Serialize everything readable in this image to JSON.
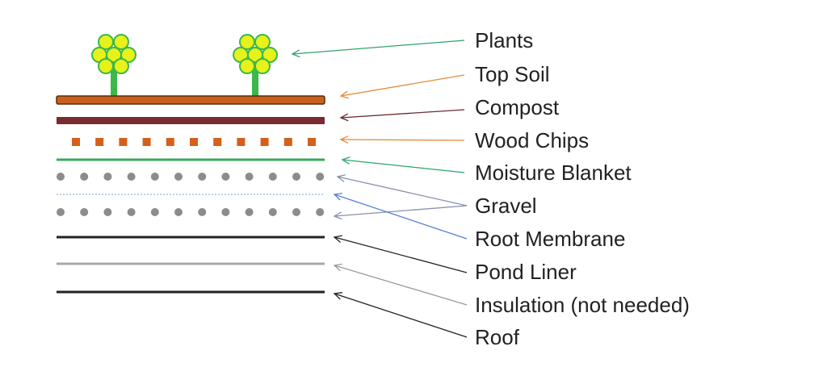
{
  "labels": [
    {
      "id": "plants",
      "text": "Plants",
      "arrow_color": "#2fa36b"
    },
    {
      "id": "top_soil",
      "text": "Top Soil",
      "arrow_color": "#e58a3c"
    },
    {
      "id": "compost",
      "text": "Compost",
      "arrow_color": "#6b2a34"
    },
    {
      "id": "wood_chips",
      "text": "Wood Chips",
      "arrow_color": "#e58a3c"
    },
    {
      "id": "moisture_blanket",
      "text": "Moisture Blanket",
      "arrow_color": "#2fa36b"
    },
    {
      "id": "gravel",
      "text": "Gravel",
      "arrow_color": "#8a8fb0"
    },
    {
      "id": "root_membrane",
      "text": "Root Membrane",
      "arrow_color": "#5b7fd0"
    },
    {
      "id": "pond_liner",
      "text": "Pond Liner",
      "arrow_color": "#222222"
    },
    {
      "id": "insulation",
      "text": "Insulation (not needed)",
      "arrow_color": "#9a9a9a"
    },
    {
      "id": "roof",
      "text": "Roof",
      "arrow_color": "#222222"
    }
  ],
  "colors": {
    "plant_flower": "#e6f21a",
    "plant_flower_outline": "#3cb84a",
    "plant_stem": "#3cb84a",
    "top_soil": "#c8601c",
    "compost": "#7a2a30",
    "wood_chips": "#d4601a",
    "moisture_blanket": "#3aa85a",
    "gravel": "#8c8c8c",
    "root_membrane": "#7f9fd8",
    "pond_liner": "#222222",
    "insulation": "#a8a8a8",
    "roof": "#222222"
  }
}
